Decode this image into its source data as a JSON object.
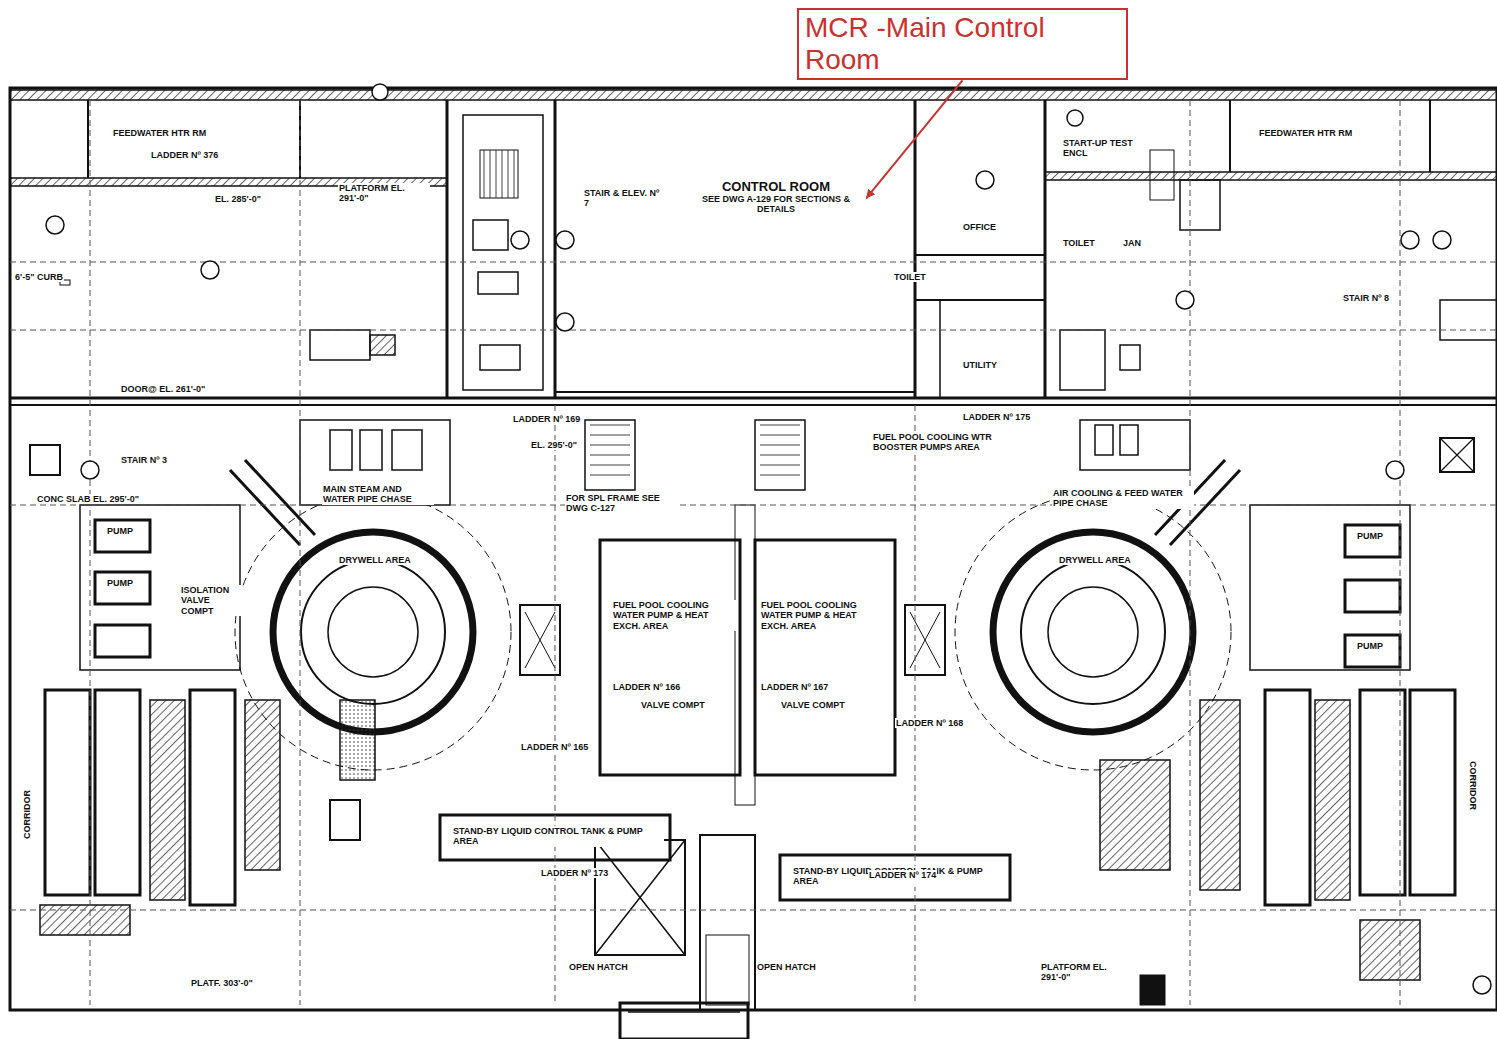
{
  "diagram": {
    "nodes": [
      {
        "text": [
          "MCR -Main Control Room"
        ]
      },
      {
        "text": [
          "CONTROL ROOM",
          "SEE DWG A-129 FOR SECTIONS & DETAILS"
        ]
      }
    ],
    "edges": [
      {
        "from": 0,
        "to": 1,
        "arrow": "to"
      }
    ],
    "labels": [
      "FEEDWATER HTR RM",
      "LADDER Nº 376",
      "EL. 285'-0\"",
      "PLATFORM EL. 291'-0\"",
      "STAIR & ELEV. Nº 7",
      "OFFICE",
      "TOILET",
      "UTILITY",
      "START-UP TEST ENCL",
      "FEEDWATER HTR RM",
      "TOILET",
      "JAN",
      "STAIR Nº 8",
      "FUEL POOL COOLING WTR BOOSTER PUMPS AREA",
      "MAIN STEAM AND WATER PIPE CHASE",
      "AIR COOLING & FEED WATER PIPE CHASE",
      "DRYWELL AREA",
      "DRYWELL AREA",
      "FUEL POOL COOLING WATER PUMP & HEAT EXCH. AREA",
      "FUEL POOL COOLING WATER PUMP & HEAT EXCH. AREA",
      "VALVE COMPT",
      "VALVE COMPT",
      "LADDER Nº 166",
      "LADDER Nº 167",
      "STAND-BY LIQUID CONTROL TANK & PUMP AREA",
      "STAND-BY LIQUID CONTROL TANK & PUMP AREA",
      "CORRIDOR",
      "CORRIDOR",
      "OPEN HATCH",
      "OPEN HATCH",
      "PUMP",
      "PUMP",
      "PUMP",
      "PUMP",
      "ISOLATION VALVE COMPT",
      "CONC SLAB EL. 295'-0\"",
      "EL. 295'-0\"",
      "PLATFORM EL. 291'-0\"",
      "PLATF. 303'-0\"",
      "LADDER Nº 169",
      "LADDER Nº 175",
      "LADDER Nº 173",
      "LADDER Nº 174",
      "LADDER Nº 165",
      "LADDER Nº 168",
      "FOR SPL FRAME SEE DWG C-127",
      "6'-5\" CURB",
      "DOOR@ EL. 261'-0\"",
      "STAIR Nº 3"
    ]
  }
}
